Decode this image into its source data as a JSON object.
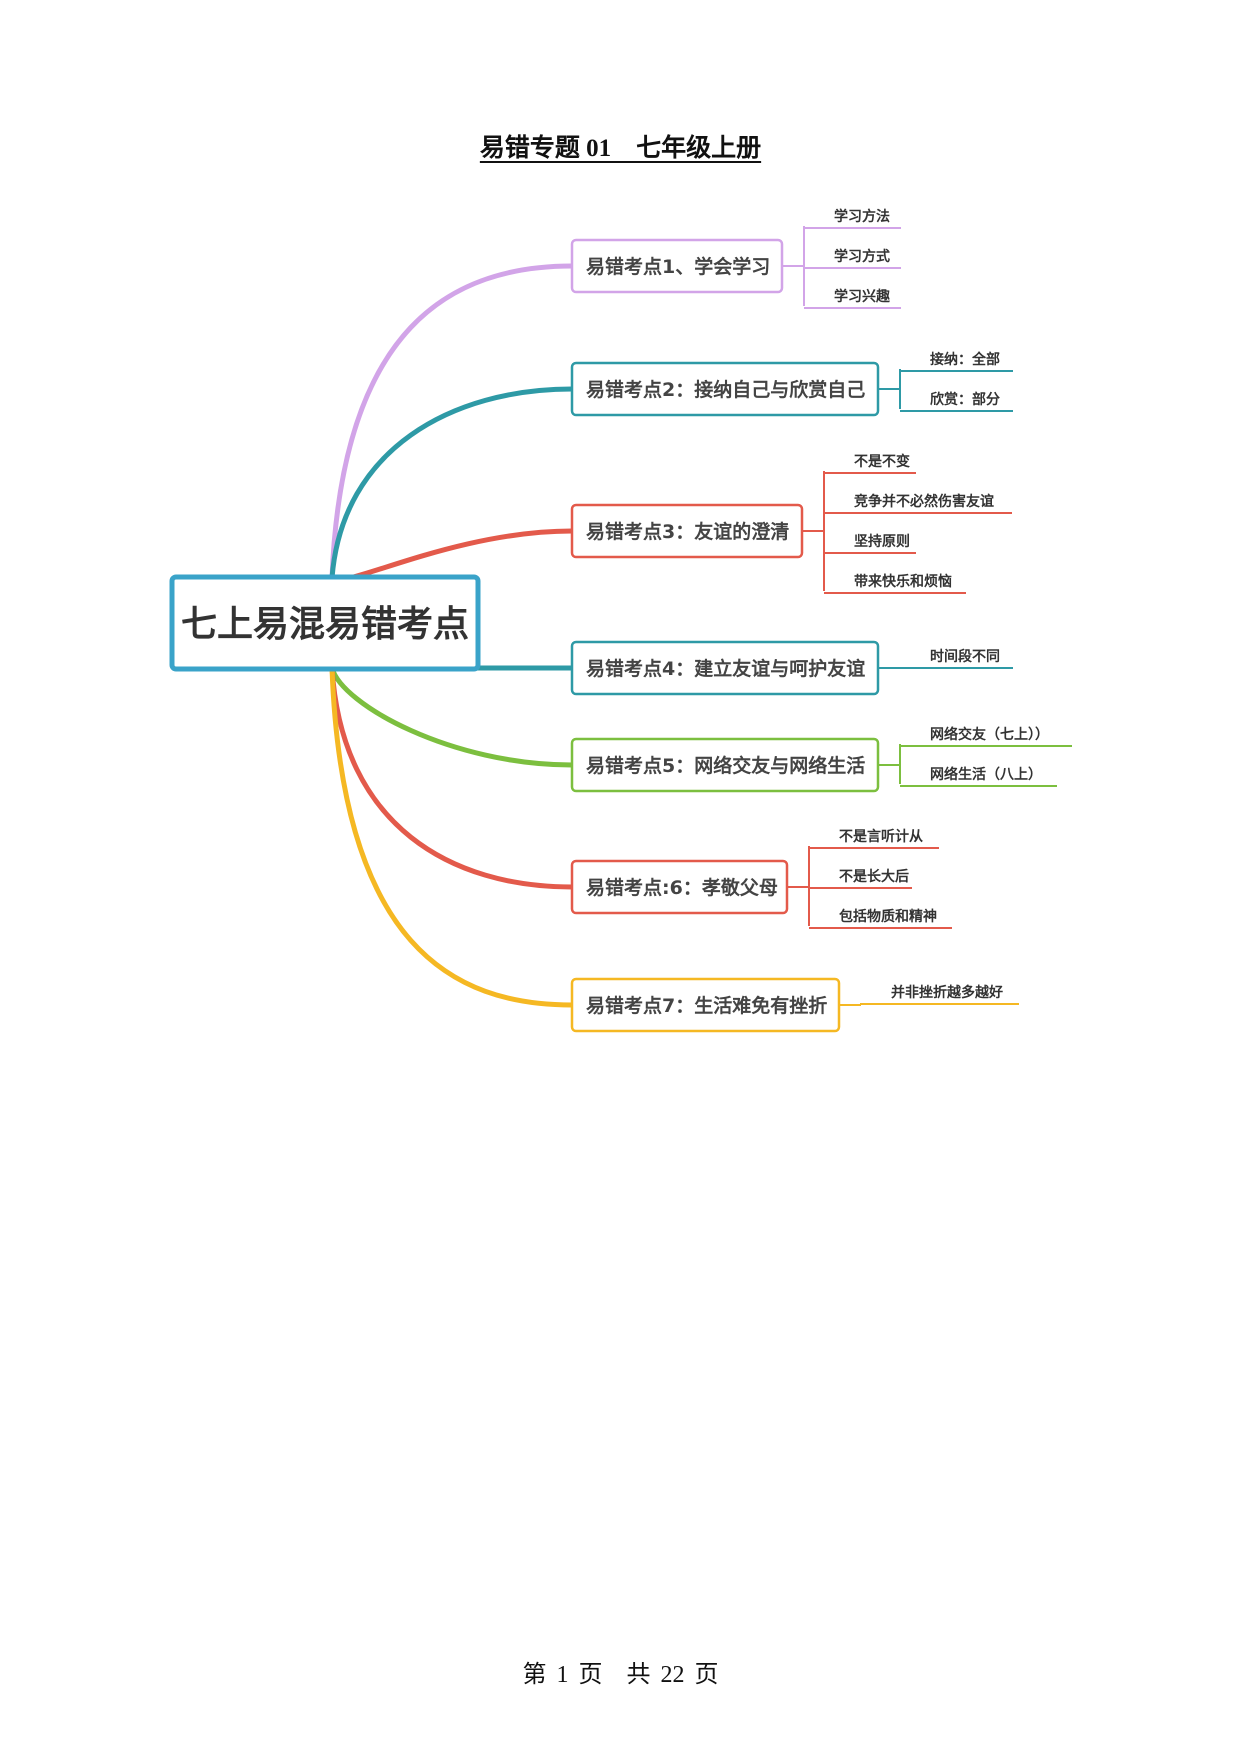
{
  "document": {
    "title": "易错专题 01　七年级上册"
  },
  "mind_map": {
    "root": "七上易混易错考点",
    "root_color": "#3aa3c9",
    "branches": [
      {
        "label": "易错考点1、学会学习",
        "color": "#d2a4e8",
        "children": [
          "学习方法",
          "学习方式",
          "学习兴趣"
        ]
      },
      {
        "label": "易错考点2：接纳自己与欣赏自己",
        "color": "#2e9aa6",
        "children": [
          "接纳：全部",
          "欣赏：部分"
        ]
      },
      {
        "label": "易错考点3：友谊的澄清",
        "color": "#e35a4b",
        "children": [
          "不是不变",
          "竞争并不必然伤害友谊",
          "坚持原则",
          "带来快乐和烦恼"
        ]
      },
      {
        "label": "易错考点4：建立友谊与呵护友谊",
        "color": "#2e9aa6",
        "children": [
          "时间段不同"
        ]
      },
      {
        "label": "易错考点5：网络交友与网络生活",
        "color": "#7cbf3f",
        "children": [
          "网络交友（七上））",
          "网络生活（八上）"
        ]
      },
      {
        "label": "易错考点:6：孝敬父母",
        "color": "#e35a4b",
        "children": [
          "不是言听计从",
          "不是长大后",
          "包括物质和精神"
        ]
      },
      {
        "label": "易错考点7：生活难免有挫折",
        "color": "#f5b823",
        "children": [
          "并非挫折越多越好"
        ]
      }
    ]
  },
  "footer": {
    "prefix": "第",
    "page": "1",
    "middle": "页　共",
    "total": "22",
    "suffix": "页"
  }
}
